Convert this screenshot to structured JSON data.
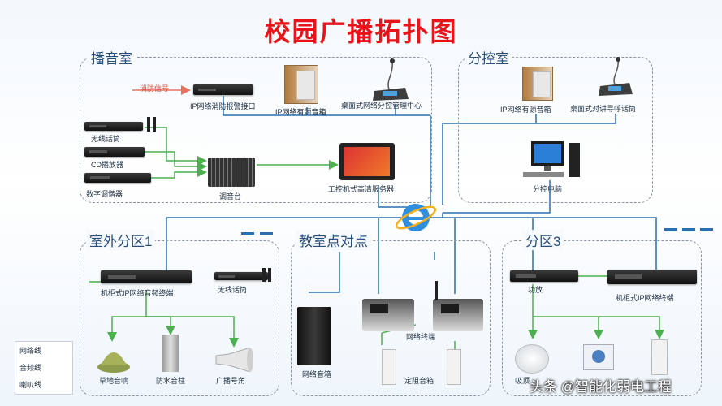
{
  "title": "校园广播拓扑图",
  "zones": {
    "broadcast_room": "播音室",
    "sub_control": "分控室",
    "outdoor_zone1": "室外分区1",
    "classroom": "教室点对点",
    "zone3": "分区3"
  },
  "labels": {
    "fire_signal": "消防信号",
    "ip_fire_alarm": "IP网络消防报警接口",
    "ip_speaker_active": "IP网络有源音箱",
    "desk_manager": "桌面式网络分控管理中心",
    "sub_ip_speaker": "IP网络有源音箱",
    "desk_intercom": "桌面式对讲寻呼话筒",
    "wireless_mic": "无线话筒",
    "cd_player": "CD播放器",
    "tuner": "数字调谐器",
    "mixer": "调音台",
    "server": "工控机式高清服务器",
    "sub_pc": "分控电脑",
    "rack_terminal1": "机柜式IP网络音频终端",
    "wireless_mic2": "无线话筒",
    "lawn_speaker": "草地音响",
    "waterproof_column": "防水音柱",
    "horn": "广播号角",
    "net_speaker": "网络音箱",
    "net_terminal": "网络终端",
    "wall_speaker": "定阻音箱",
    "amplifier": "功放",
    "rack_terminal3": "机柜式IP网络终端",
    "ceiling_speaker": "吸顶"
  },
  "legend": {
    "network": "网络线",
    "audio": "音频线",
    "horn_line": "喇叭线"
  },
  "colors": {
    "title": "#e8141a",
    "network_line": "#2b6fb0",
    "audio_line": "#4caf50",
    "fire_line": "#e57360",
    "zone_border": "#8a96a4"
  },
  "watermark": "头条 @智能化弱电工程"
}
